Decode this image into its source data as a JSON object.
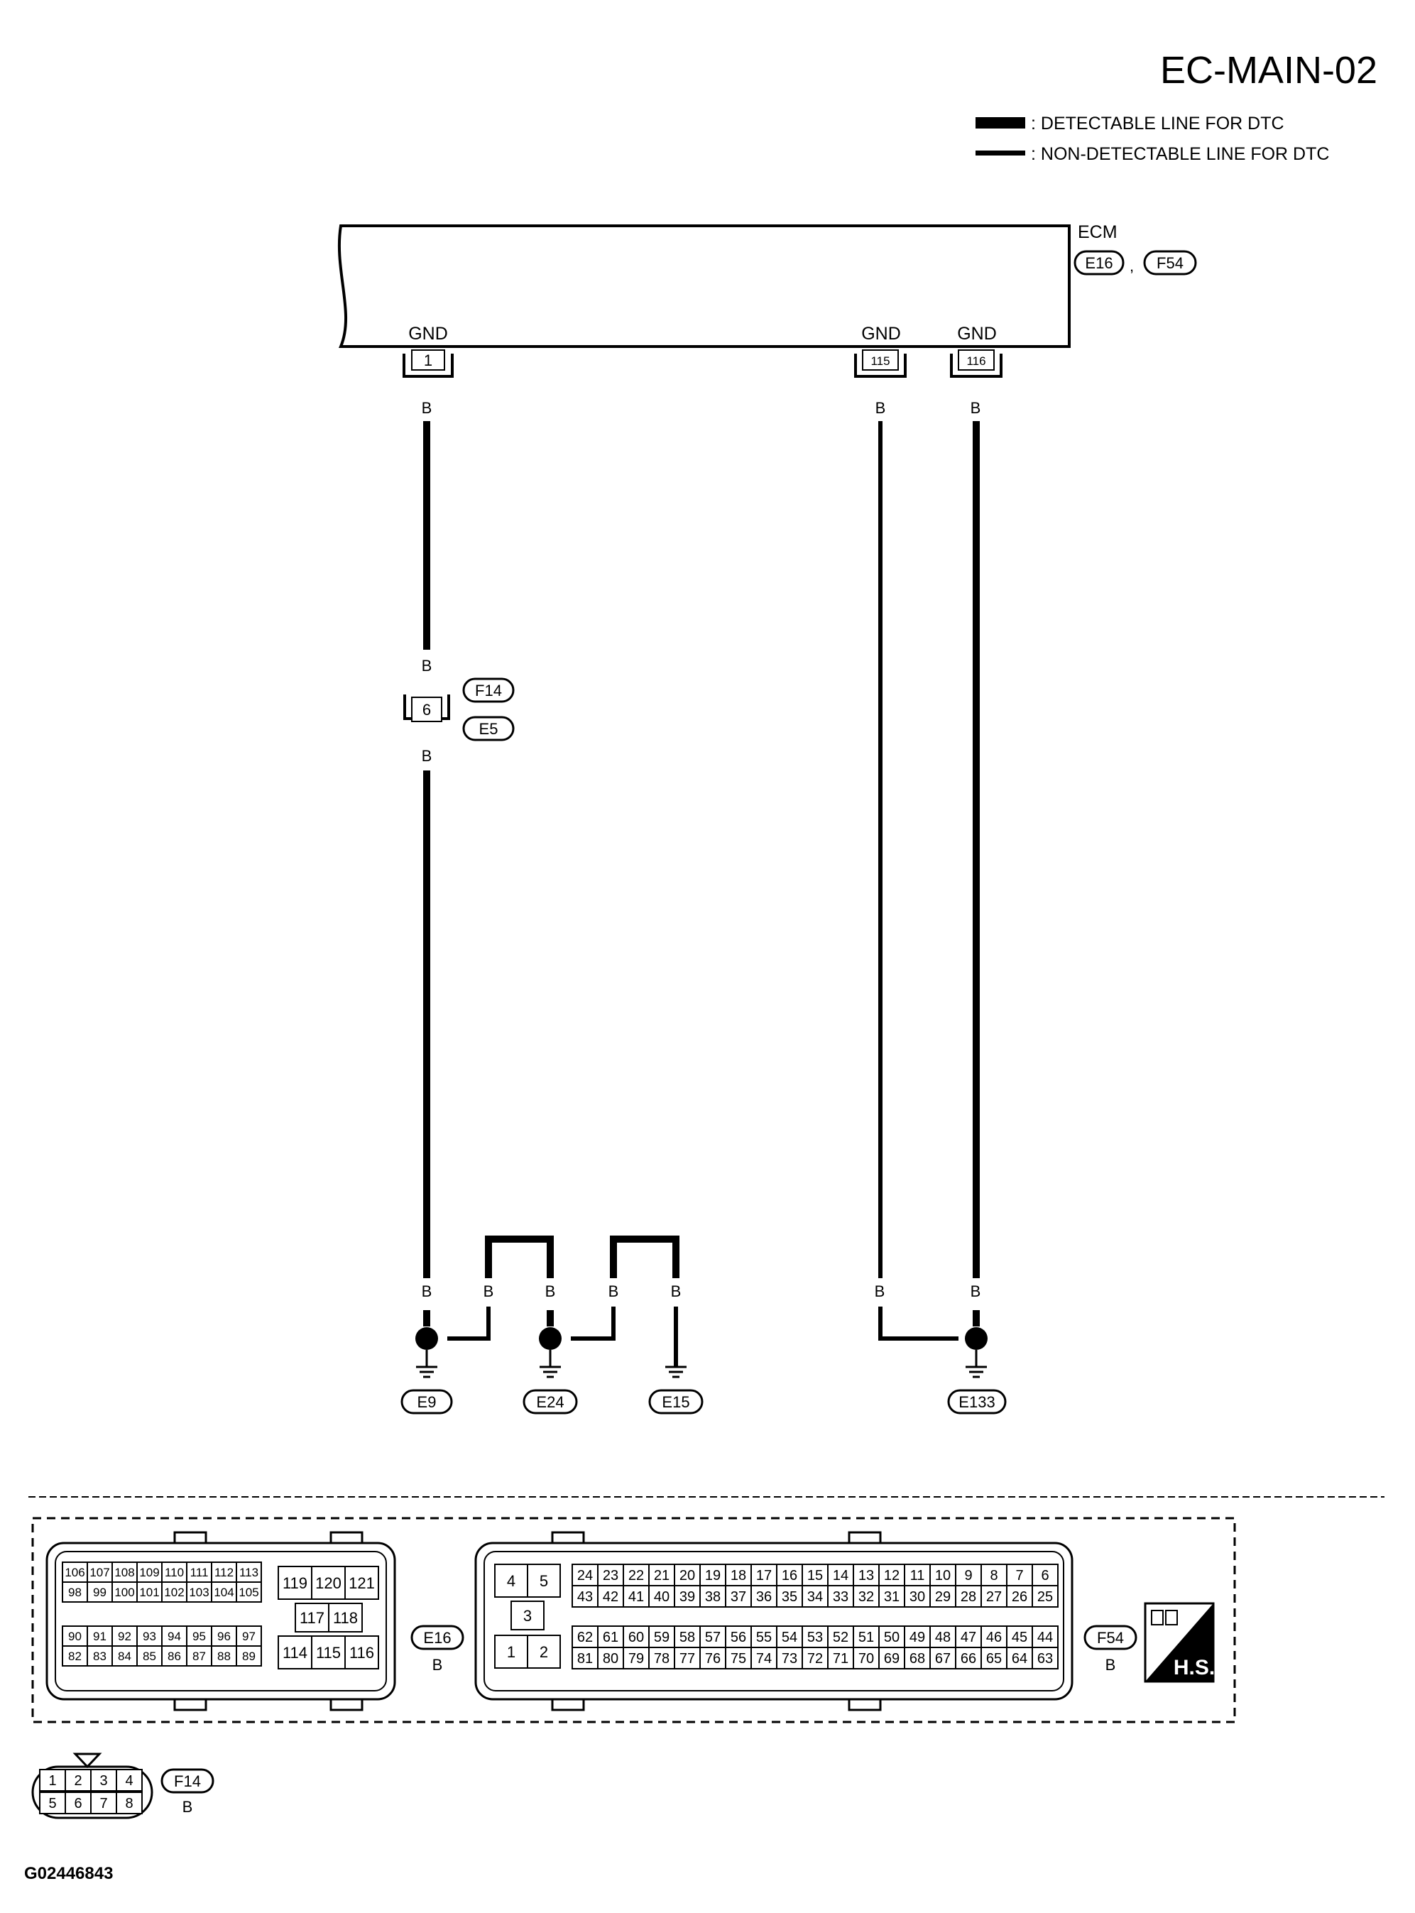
{
  "page_title": "EC-MAIN-02",
  "legend": {
    "detectable": ": DETECTABLE LINE FOR DTC",
    "non_detectable": ": NON-DETECTABLE LINE FOR DTC"
  },
  "ecm": {
    "label": "ECM",
    "connector_a": "E16",
    "separator": ",",
    "connector_b": "F54",
    "terminals": [
      {
        "name": "GND",
        "pin": "1"
      },
      {
        "name": "GND",
        "pin": "115"
      },
      {
        "name": "GND",
        "pin": "116"
      }
    ]
  },
  "wire_color": "B",
  "joint_connector": {
    "pin": "6",
    "upper": "F14",
    "lower": "E5"
  },
  "grounds": [
    "E9",
    "E24",
    "E15",
    "E133"
  ],
  "connector_e16": {
    "code": "E16",
    "color": "B",
    "left_rows": [
      [
        "106",
        "107",
        "108",
        "109",
        "110",
        "111",
        "112",
        "113"
      ],
      [
        "98",
        "99",
        "100",
        "101",
        "102",
        "103",
        "104",
        "105"
      ],
      [
        "90",
        "91",
        "92",
        "93",
        "94",
        "95",
        "96",
        "97"
      ],
      [
        "82",
        "83",
        "84",
        "85",
        "86",
        "87",
        "88",
        "89"
      ]
    ],
    "mid_top": [
      "119",
      "120",
      "121"
    ],
    "mid_center": [
      "117",
      "118"
    ],
    "mid_bottom": [
      "114",
      "115",
      "116"
    ]
  },
  "connector_f54": {
    "code": "F54",
    "color": "B",
    "left_top": [
      "4",
      "5"
    ],
    "left_center": "3",
    "left_bottom": [
      "1",
      "2"
    ],
    "rows": [
      [
        "24",
        "23",
        "22",
        "21",
        "20",
        "19",
        "18",
        "17",
        "16",
        "15",
        "14",
        "13",
        "12",
        "11",
        "10",
        "9",
        "8",
        "7",
        "6"
      ],
      [
        "43",
        "42",
        "41",
        "40",
        "39",
        "38",
        "37",
        "36",
        "35",
        "34",
        "33",
        "32",
        "31",
        "30",
        "29",
        "28",
        "27",
        "26",
        "25"
      ],
      [
        "62",
        "61",
        "60",
        "59",
        "58",
        "57",
        "56",
        "55",
        "54",
        "53",
        "52",
        "51",
        "50",
        "49",
        "48",
        "47",
        "46",
        "45",
        "44"
      ],
      [
        "81",
        "80",
        "79",
        "78",
        "77",
        "76",
        "75",
        "74",
        "73",
        "72",
        "71",
        "70",
        "69",
        "68",
        "67",
        "66",
        "65",
        "64",
        "63"
      ]
    ]
  },
  "hs_badge": "H.S.",
  "connector_f14": {
    "code": "F14",
    "color": "B",
    "top": [
      "1",
      "2",
      "3",
      "4"
    ],
    "bottom": [
      "5",
      "6",
      "7",
      "8"
    ]
  },
  "figure_id": "G02446843"
}
